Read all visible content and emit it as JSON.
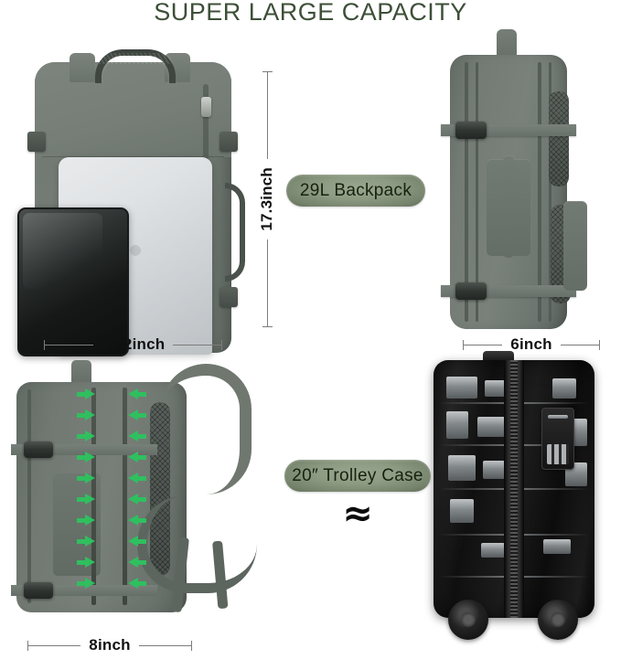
{
  "header": {
    "title": "SUPER LARGE CAPACITY",
    "title_color": "#3d4f38"
  },
  "badges": {
    "backpack": "29L Backpack",
    "trolley": "20″  Trolley Case",
    "approx_symbol": "≈",
    "badge_color": "#8c9a82"
  },
  "dimensions": {
    "front_width": "12.2inch",
    "front_height": "17.3inch",
    "side_depth": "6inch",
    "back_depth": "8inch"
  },
  "panels": {
    "front": {
      "name": "backpack-front-view",
      "contents": [
        "laptop",
        "tablet"
      ]
    },
    "side": {
      "name": "backpack-side-view"
    },
    "back": {
      "name": "backpack-back-view",
      "annotation": "expansion-compression-arrows",
      "arrow_color": "#2fbf5f",
      "arrow_pair_count": 10
    },
    "case": {
      "name": "trolley-case",
      "features": [
        "tsa-combination-lock",
        "spinner-wheels",
        "center-zipper-seam"
      ]
    }
  },
  "colors": {
    "fabric": "#6e7670",
    "case": "#121212",
    "dimension_line": "#7c7c7c",
    "background": "#ffffff"
  }
}
